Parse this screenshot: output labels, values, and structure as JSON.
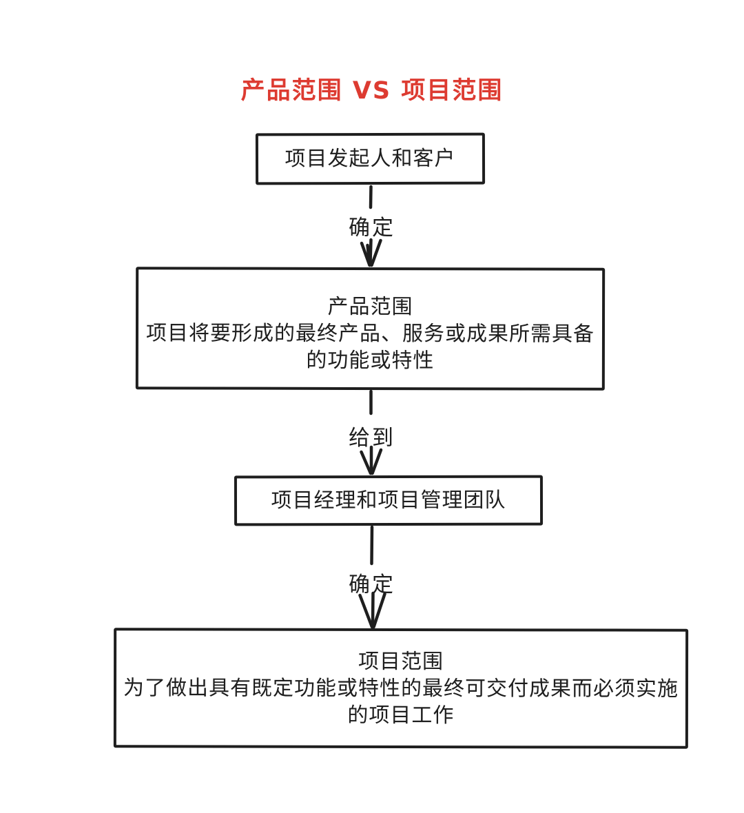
{
  "title": {
    "text": "产品范围 VS  项目范围",
    "color": "#dd3b31"
  },
  "nodes": [
    {
      "id": "project-sponsor-customer",
      "lines": [
        "项目发起人和客户"
      ]
    },
    {
      "id": "product-scope",
      "lines": [
        "产品范围",
        "项目将要形成的最终产品、服务或成果所需具备",
        "的功能或特性"
      ]
    },
    {
      "id": "pm-and-team",
      "lines": [
        "项目经理和项目管理团队"
      ]
    },
    {
      "id": "project-scope",
      "lines": [
        "项目范围",
        "为了做出具有既定功能或特性的最终可交付成果而必须实施",
        "的项目工作"
      ]
    }
  ],
  "connectors": [
    {
      "label": "确定"
    },
    {
      "label": "给到"
    },
    {
      "label": "确定"
    }
  ],
  "colors": {
    "stroke": "#1e1e1e",
    "background": "#ffffff",
    "title_red": "#dd3b31"
  }
}
